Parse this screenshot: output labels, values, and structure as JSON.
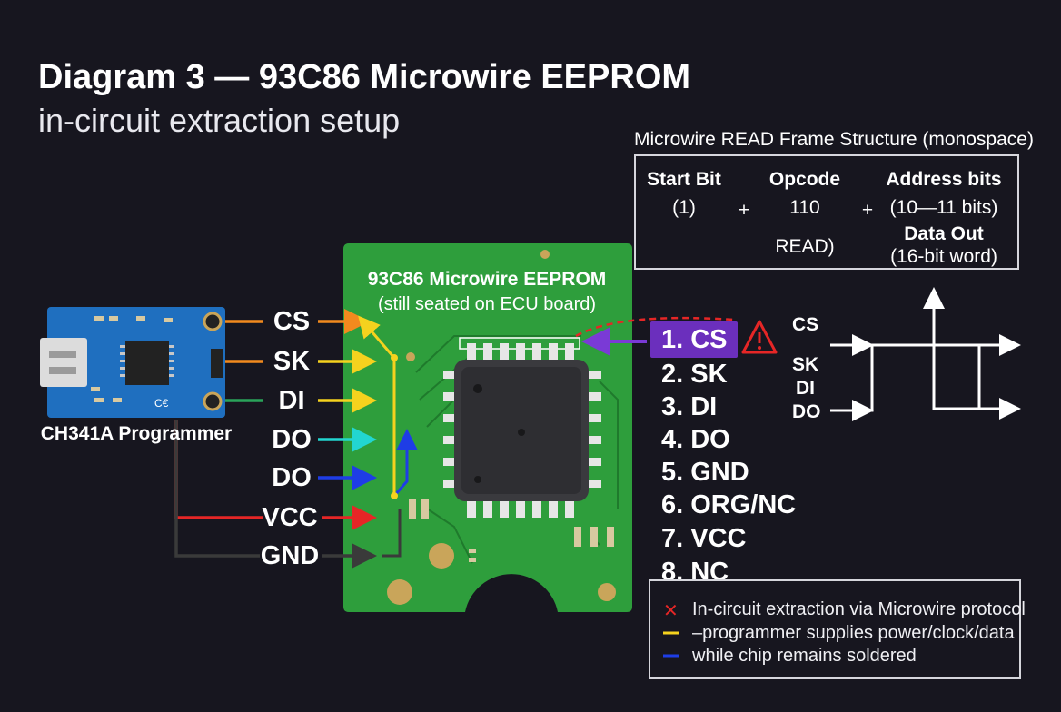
{
  "header": {
    "title": "Diagram 3 — 93C86 Microwire EEPROM",
    "subtitle": "in-circuit extraction setup"
  },
  "programmer": {
    "label": "CH341A Programmer",
    "colors": {
      "board": "#1f6fbf",
      "chip": "#222222"
    }
  },
  "ecu_board": {
    "title": "93C86 Microwire EEPROM",
    "subtitle": "(still seated on ECU board)",
    "colors": {
      "pcb": "#2e9e3c",
      "chip": "#3a3a3e"
    }
  },
  "signals": [
    {
      "label": "CS",
      "color": "#f28a1e"
    },
    {
      "label": "SK",
      "color": "#f5d21e"
    },
    {
      "label": "DI",
      "color": "#f5d21e"
    },
    {
      "label": "DO",
      "color": "#22d6d0"
    },
    {
      "label": "DO",
      "color": "#1e3de6"
    },
    {
      "label": "VCC",
      "color": "#e62626"
    },
    {
      "label": "GND",
      "color": "#3a3a3a"
    }
  ],
  "pinout": [
    "1. CS",
    "2. SK",
    "3. DI",
    "4. DO",
    "5. GND",
    "6. ORG/NC",
    "7. VCC",
    "8. NC"
  ],
  "pin_highlight_color": "#6b2fbd",
  "warning_icon": "warning-triangle-icon",
  "read_frame": {
    "title": "Microwire READ Frame Structure (monospace)",
    "start_bit": {
      "name": "Start Bit",
      "value": "(1)"
    },
    "plus": "+",
    "opcode": {
      "name": "Opcode",
      "value": "110",
      "meaning": "READ)"
    },
    "address": {
      "name": "Address bits",
      "value": "(10—11 bits)"
    },
    "data_out": {
      "name": "Data Out",
      "value": "(16-bit word)"
    }
  },
  "timing": {
    "labels": [
      "CS",
      "SK",
      "DI",
      "DO"
    ]
  },
  "legend": [
    {
      "marker": "✕",
      "marker_color": "#e62626",
      "text": "In-circuit extraction via Microwire protocol"
    },
    {
      "marker": "",
      "marker_color": "#f5d21e",
      "text": "–programmer supplies power/clock/data"
    },
    {
      "marker": "",
      "marker_color": "#1e3de6",
      "text": "while chip remains soldered"
    }
  ]
}
